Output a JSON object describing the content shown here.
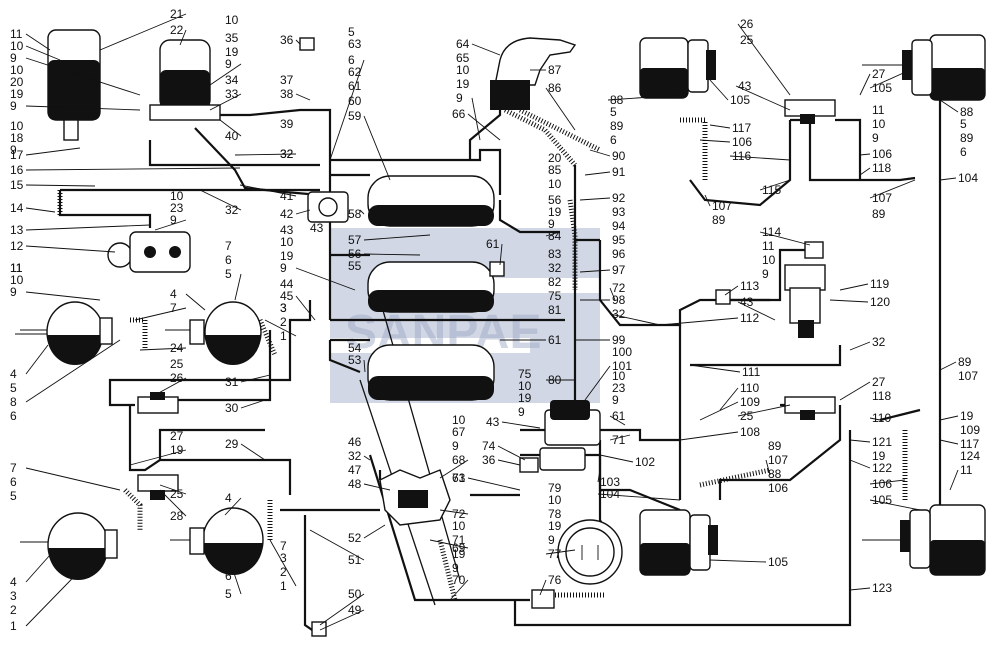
{
  "diagram": {
    "colors": {
      "ink": "#111111",
      "paper": "#ffffff",
      "watermark": "#9aa6c4"
    },
    "watermark_text": "SANPAE",
    "callouts": [
      "1",
      "2",
      "3",
      "4",
      "5",
      "6",
      "7",
      "8",
      "9",
      "10",
      "11",
      "12",
      "13",
      "14",
      "15",
      "16",
      "17",
      "18",
      "19",
      "20",
      "21",
      "22",
      "23",
      "24",
      "25",
      "26",
      "27",
      "28",
      "29",
      "30",
      "31",
      "32",
      "33",
      "34",
      "35",
      "36",
      "37",
      "38",
      "39",
      "40",
      "41",
      "42",
      "43",
      "44",
      "45",
      "46",
      "47",
      "48",
      "49",
      "50",
      "51",
      "52",
      "53",
      "54",
      "55",
      "56",
      "57",
      "58",
      "59",
      "60",
      "61",
      "62",
      "63",
      "64",
      "65",
      "66",
      "67",
      "68",
      "69",
      "70",
      "71",
      "72",
      "73",
      "74",
      "75",
      "76",
      "77",
      "78",
      "79",
      "80",
      "81",
      "82",
      "83",
      "84",
      "85",
      "86",
      "87",
      "88",
      "89",
      "90",
      "91",
      "92",
      "93",
      "94",
      "95",
      "96",
      "97",
      "98",
      "99",
      "100",
      "101",
      "102",
      "103",
      "104",
      "105",
      "106",
      "107",
      "108",
      "109",
      "110",
      "111",
      "112",
      "113",
      "114",
      "115",
      "116",
      "117",
      "118",
      "119",
      "120",
      "121",
      "122",
      "123",
      "124"
    ]
  }
}
